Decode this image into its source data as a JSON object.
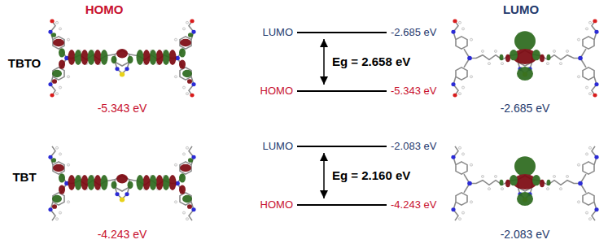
{
  "diagram": {
    "nodes": [
      {
        "text": [
          "LUMO",
          "-2.685 eV"
        ]
      },
      {
        "text": [
          "HOMO",
          "-5.343 eV"
        ]
      },
      {
        "text": [
          "LUMO",
          "-2.083 eV"
        ]
      },
      {
        "text": [
          "HOMO",
          "-4.243 eV"
        ]
      }
    ],
    "edges": [
      {
        "from": 1,
        "to": 0,
        "arrow": "both",
        "label": "Eg = 2.658 eV"
      },
      {
        "from": 3,
        "to": 2,
        "arrow": "both",
        "label": "Eg = 2.160 eV"
      }
    ],
    "labels": [
      "HOMO",
      "LUMO",
      "TBTO",
      "TBT",
      "-5.343 eV",
      "-2.685 eV",
      "-4.243 eV",
      "-2.083 eV"
    ]
  }
}
